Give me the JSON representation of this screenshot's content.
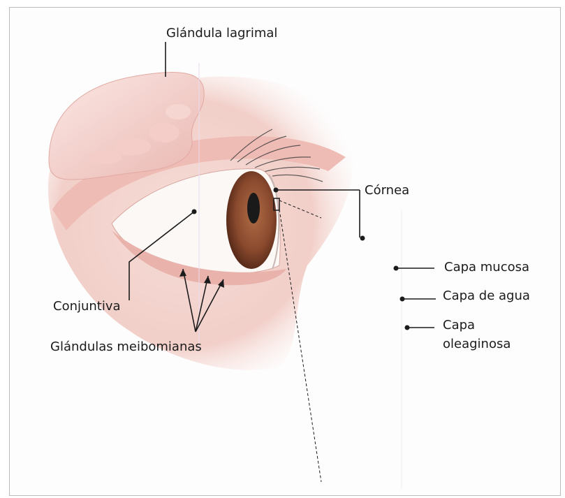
{
  "labels": {
    "lacrimal_gland": "Glándula lagrimal",
    "cornea": "Córnea",
    "conjunctiva": "Conjuntiva",
    "meibomian_glands": "Glándulas meibomianas",
    "mucous_layer": "Capa mucosa",
    "water_layer": "Capa de agua",
    "oily_layer_line1": "Capa",
    "oily_layer_line2": "oleaginosa"
  },
  "colors": {
    "skin": "#f3d4cf",
    "skin_dark": "#e6aea8",
    "gland": "#f7dcd8",
    "sclera": "#fbf8f6",
    "iris": "#8a4a2e",
    "pupil": "#1a1a1a",
    "line": "#1b1b1b",
    "frame": "#bdbdbd"
  }
}
